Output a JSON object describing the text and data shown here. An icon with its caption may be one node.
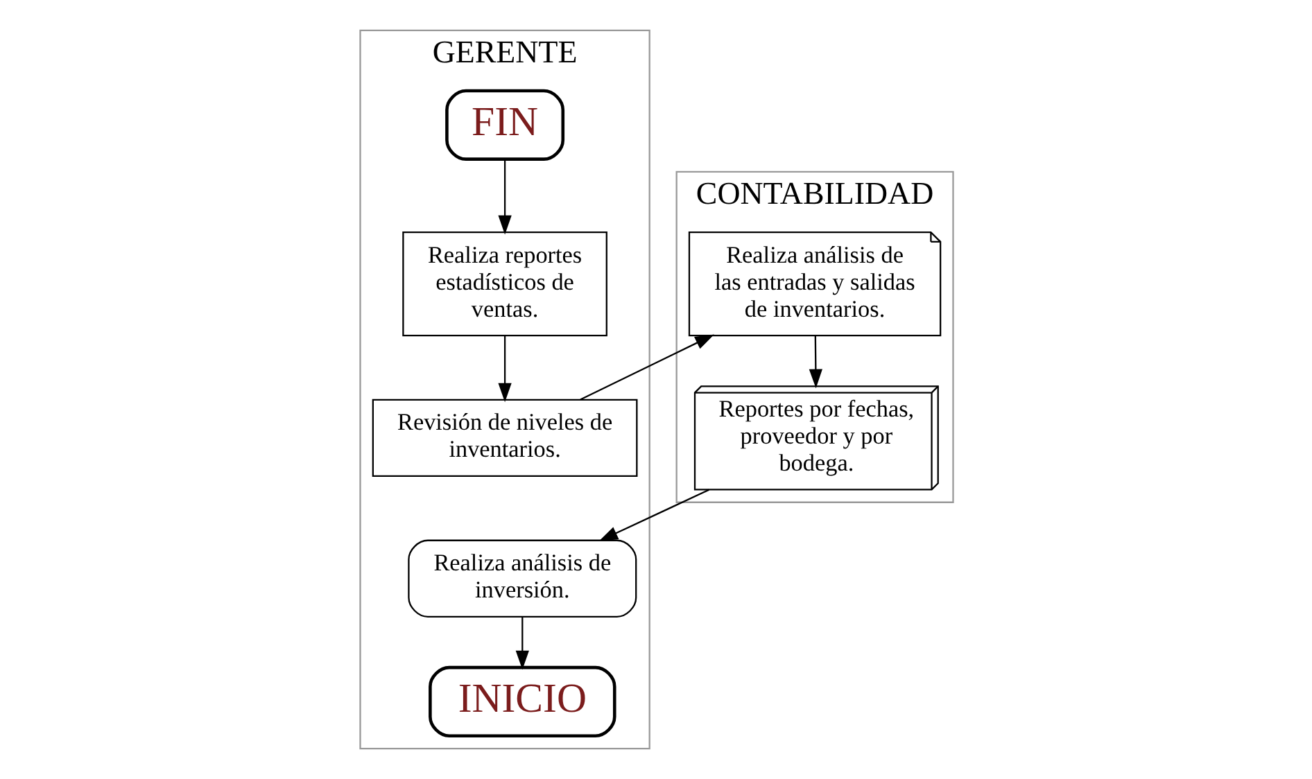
{
  "diagram": {
    "nodes": [
      {
        "text": [
          "GERENTE"
        ]
      },
      {
        "text": [
          "CONTABILIDAD"
        ]
      },
      {
        "text": [
          "FIN"
        ],
        "in": 0
      },
      {
        "text": [
          "Realiza reportes estadísticos de ventas."
        ],
        "in": 0
      },
      {
        "text": [
          "Revisión de niveles de inventarios."
        ],
        "in": 0
      },
      {
        "text": [
          "Realiza análisis de las entradas y salidas de inventarios."
        ],
        "in": 1
      },
      {
        "text": [
          "Reportes por fechas, proveedor y por bodega."
        ],
        "in": 1
      },
      {
        "text": [
          "Realiza análisis de inversión."
        ],
        "in": 0
      },
      {
        "text": [
          "INICIO"
        ],
        "in": 0
      }
    ],
    "edges": [
      {
        "from": 2,
        "to": 3,
        "arrow": "to"
      },
      {
        "from": 3,
        "to": 4,
        "arrow": "to"
      },
      {
        "from": 4,
        "to": 5,
        "arrow": "to"
      },
      {
        "from": 5,
        "to": 6,
        "arrow": "to"
      },
      {
        "from": 6,
        "to": 7,
        "arrow": "to"
      },
      {
        "from": 7,
        "to": 8,
        "arrow": "to"
      }
    ]
  }
}
